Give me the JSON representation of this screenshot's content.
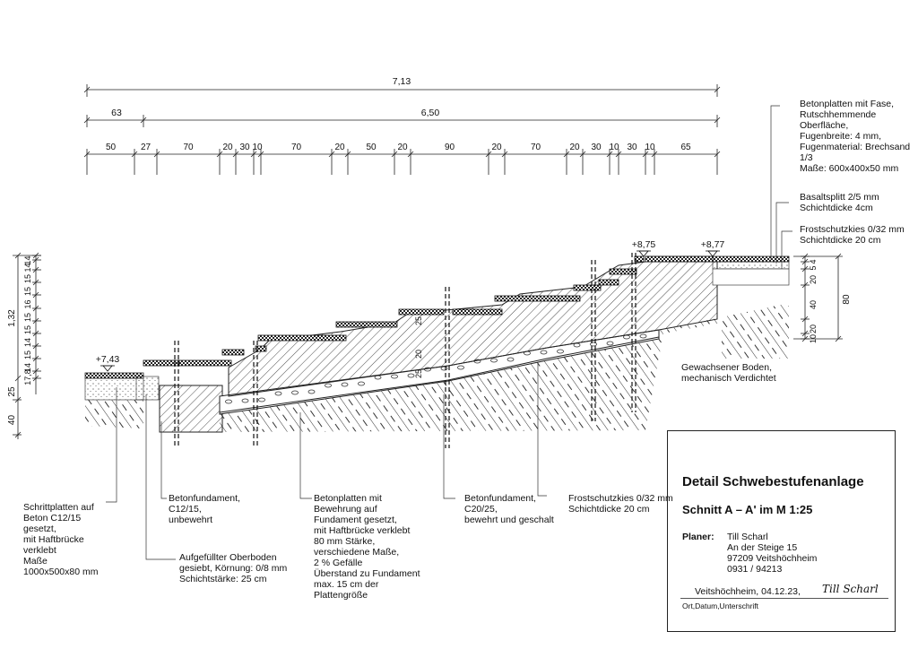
{
  "dimensions": {
    "overall": "7,13",
    "row2": [
      "63",
      "6,50"
    ],
    "row3": [
      "50",
      "27",
      "70",
      "20",
      "30",
      "10",
      "70",
      "20",
      "50",
      "20",
      "90",
      "20",
      "70",
      "20",
      "30",
      "10",
      "30",
      "10",
      "65"
    ]
  },
  "levels": [
    "+7,43",
    "+8,75",
    "+8,77"
  ],
  "left_dims": {
    "total": "1,32",
    "steps": [
      "17,8",
      "14",
      "15",
      "14",
      "15",
      "15",
      "16",
      "15",
      "15",
      "14",
      "14"
    ],
    "base": [
      "25",
      "40"
    ]
  },
  "right_dims": [
    "4",
    "5",
    "20",
    "40",
    "20",
    "10",
    "80"
  ],
  "inline_dims": [
    "25",
    "20",
    "25"
  ],
  "callouts": {
    "top_right": [
      "Betonplatten mit Fase,",
      "Rutschhemmende",
      "Oberfläche,",
      "Fugenbreite: 4 mm,",
      "Fugenmaterial: Brechsand",
      "1/3",
      "Maße: 600x400x50 mm"
    ],
    "basalt": [
      "Basaltsplitt 2/5 mm",
      "Schichtdicke 4cm"
    ],
    "frost_top": [
      "Frostschutzkies 0/32 mm",
      "Schichtdicke 20 cm"
    ],
    "soil": [
      "Gewachsener Boden,",
      "mechanisch Verdichtet"
    ],
    "schritt": [
      "Schrittplatten auf",
      "Beton C12/15",
      "gesetzt,",
      "mit Haftbrücke",
      "verklebt",
      "Maße",
      "1000x500x80 mm"
    ],
    "fund1": [
      "Betonfundament,",
      "C12/15,",
      "unbewehrt"
    ],
    "oberboden": [
      "Aufgefüllter Oberboden",
      "gesiebt, Körnung: 0/8 mm",
      "Schichtstärke: 25 cm"
    ],
    "platten": [
      "Betonplatten mit",
      "Bewehrung auf",
      "Fundament gesetzt,",
      "mit Haftbrücke verklebt",
      "80 mm Stärke,",
      "verschiedene Maße,",
      "2 % Gefälle",
      "Überstand zu Fundament",
      "max. 15 cm der",
      "Plattengröße"
    ],
    "fund2": [
      "Betonfundament,",
      "C20/25,",
      "bewehrt und geschalt"
    ],
    "frost_bottom": [
      "Frostschutzkies 0/32 mm",
      "Schichtdicke 20 cm"
    ]
  },
  "title_block": {
    "title": "Detail Schwebestufenanlage",
    "scale": "Schnitt  A – A' im M 1:25",
    "planner_label": "Planer:",
    "planner": [
      "Till Scharl",
      "An der Steige 15",
      "97209 Veitshöchheim",
      "0931 / 94213"
    ],
    "place_date": "Veitshöchheim, 04.12.23,",
    "signature": "Till Scharl",
    "caption": "Ort,Datum,Unterschrift"
  }
}
